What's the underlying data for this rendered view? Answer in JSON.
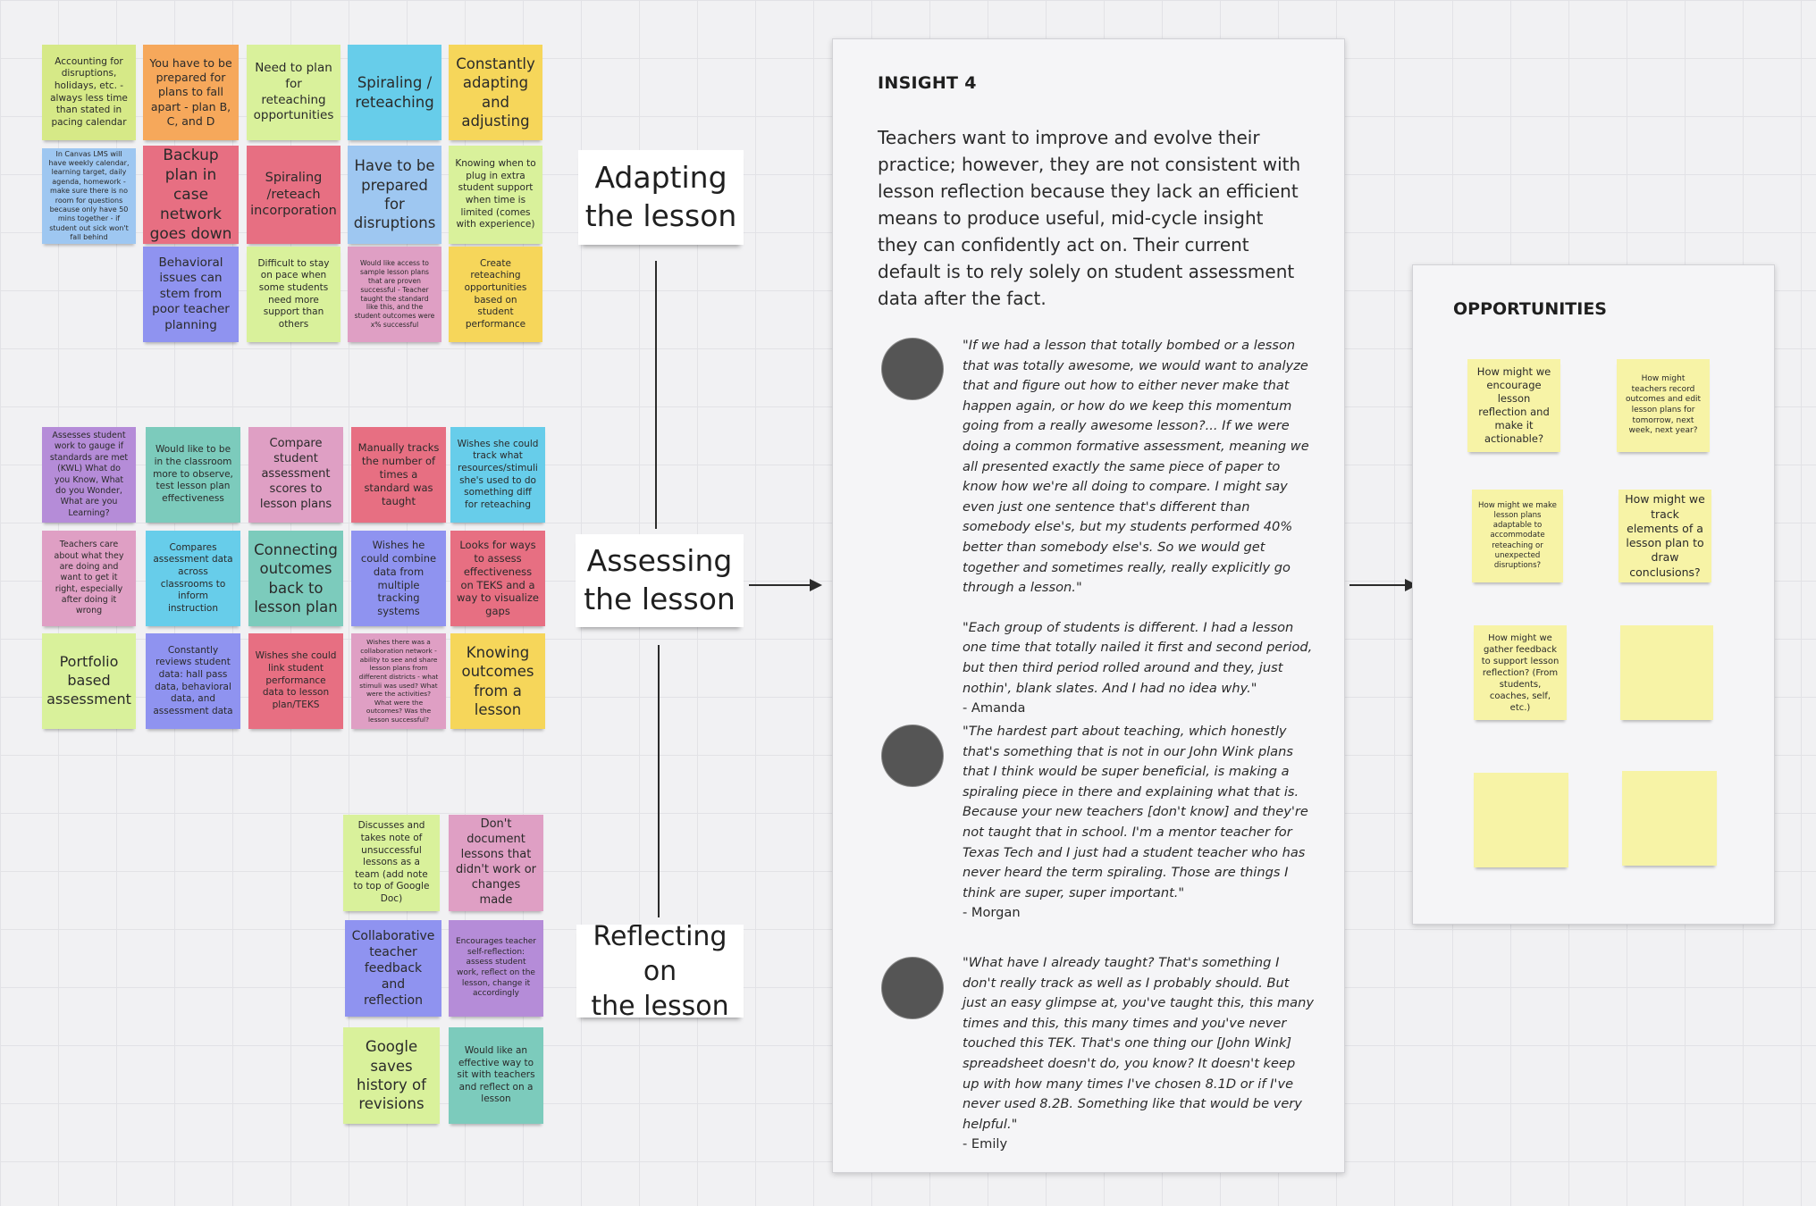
{
  "colors": {
    "lime": "#d6e987",
    "orange": "#f6a85b",
    "lightgreen": "#d9f19b",
    "cyan": "#67cdea",
    "yellow": "#f6d65a",
    "blue": "#9ec7f1",
    "red": "#e76f82",
    "pink": "#df9fc4",
    "indigo": "#8f93f0",
    "purple": "#b58cd8",
    "teal": "#7ccbbc",
    "paleyellow": "#f7f3a6"
  },
  "stickies": {
    "s1": "Accounting for disruptions, holidays, etc. - always less time than stated in pacing calendar",
    "s2": "You have to be prepared for plans to fall apart - plan B, C, and D",
    "s3": "Need to plan for reteaching opportunities",
    "s4": "Spiraling / reteaching",
    "s5": "Constantly adapting and adjusting",
    "s6": "In Canvas LMS will have weekly calendar, learning target, daily agenda, homework - make sure there is no room for questions because only have 50 mins together - if student out sick won't fall behind",
    "s7": "Backup plan in case network goes down",
    "s8": "Spiraling /reteach incorporation",
    "s9": "Have to be prepared for disruptions",
    "s10": "Knowing when to plug in extra student support when time is limited (comes with experience)",
    "s11": "Behavioral issues can stem from poor teacher planning",
    "s12": "Difficult to stay on pace when some students need more support than others",
    "s13": "Would like access to sample lesson plans that are proven successful - Teacher taught the standard like this, and the student outcomes were x% successful",
    "s14": "Create reteaching opportunities based on student performance",
    "a1": "Assesses student work to gauge if standards are met (KWL) What do you Know, What do you Wonder, What are you Learning?",
    "a2": "Would like to be in the classroom more to observe, test lesson plan effectiveness",
    "a3": "Compare student assessment scores to lesson plans",
    "a4": "Manually tracks the number of times a standard was taught",
    "a5": "Wishes she could track what resources/stimuli she's used to do something diff for reteaching",
    "a6": "Teachers care about what they are doing and want to get it right, especially after doing it wrong",
    "a7": "Compares assessment data across classrooms to inform instruction",
    "a8": "Connecting outcomes back to lesson plan",
    "a9": "Wishes he could combine data from multiple tracking systems",
    "a10": "Looks for ways to assess effectiveness on TEKS and a way to visualize gaps",
    "a11": "Portfolio based assessment",
    "a12": "Constantly reviews student data: hall pass data, behavioral data, and assessment data",
    "a13": "Wishes she could link student performance data to lesson plan/TEKS",
    "a14": "Wishes there was a collaboration network - ability to see and share lesson plans from different districts - what stimuli was used? What were the activities? What were the outcomes? Was the lesson successful?",
    "a15": "Knowing outcomes from a lesson",
    "r1": "Discusses and takes note of unsuccessful lessons as a team (add note to top of Google Doc)",
    "r2": "Don't document lessons that didn't work or changes made",
    "r3": "Collaborative teacher feedback and reflection",
    "r4": "Encourages teacher self-reflection: assess student work, reflect on the lesson, change it accordingly",
    "r5": "Google saves history of revisions",
    "r6": "Would like an effective way to sit with teachers and reflect on  a lesson"
  },
  "labels": {
    "adapting": [
      "Adapting",
      "the lesson"
    ],
    "assessing": [
      "Assessing",
      "the lesson"
    ],
    "reflecting": [
      "Reflecting on",
      "the lesson"
    ]
  },
  "insight": {
    "title": "INSIGHT 4",
    "body": "Teachers want to improve and evolve their practice; however, they are not consistent with lesson reflection because they lack an efficient means to produce useful, mid-cycle insight they can confidently act on. Their current default is to rely solely on student assessment data after the fact.",
    "quotes": [
      {
        "p1": "\"If we had a lesson that totally bombed or a lesson that was totally awesome, we would want to analyze that and figure out how to either never make that happen again, or how do we keep this momentum going from a really awesome lesson?... If we were doing a common formative assessment, meaning we all presented exactly the same piece of paper to know how we're all doing to compare. I might say even just one sentence that's different than somebody else's, but my students performed 40% better than somebody else's. So we would get together and sometimes really, really explicitly go through a lesson.\"",
        "p2": "\"Each group of students is different. I had a lesson one time that totally nailed it first and second period, but then third period rolled around and they, just nothin', blank slates. And I had no idea why.\"",
        "author": "- Amanda"
      },
      {
        "p1": "\"The hardest part about teaching, which honestly that's something that is not in our John Wink plans that I think would be super beneficial, is making a spiraling piece in there and explaining what that is. Because your new teachers [don't know] and they're not taught that in school. I'm a mentor teacher for Texas Tech and I just had a student teacher who has never heard the term spiraling. Those are things I think are super, super important.\"",
        "author": "- Morgan"
      },
      {
        "p1": "\"What have I already taught? That's something I don't really track as well as I probably should. But just an easy glimpse at, you've taught this, this many times and this, this many times and you've never touched this TEK. That's one thing our [John Wink] spreadsheet doesn't do, you know? It doesn't keep up with how many times I've chosen 8.1D or if I've never used 8.2B. Something like that would be very helpful.\"",
        "author": "- Emily"
      }
    ]
  },
  "opportunities": {
    "title": "OPPORTUNITIES",
    "o1": "How might we encourage lesson reflection and make it actionable?",
    "o2": "How might teachers record outcomes and edit lesson plans for tomorrow, next week, next year?",
    "o3": "How might we make lesson plans adaptable to accommodate reteaching or unexpected disruptions?",
    "o4": "How might we track elements of a lesson plan to draw conclusions?",
    "o5": "How might we gather feedback to support lesson reflection? (From students, coaches, self, etc.)",
    "o6": "",
    "o7": "",
    "o8": ""
  }
}
